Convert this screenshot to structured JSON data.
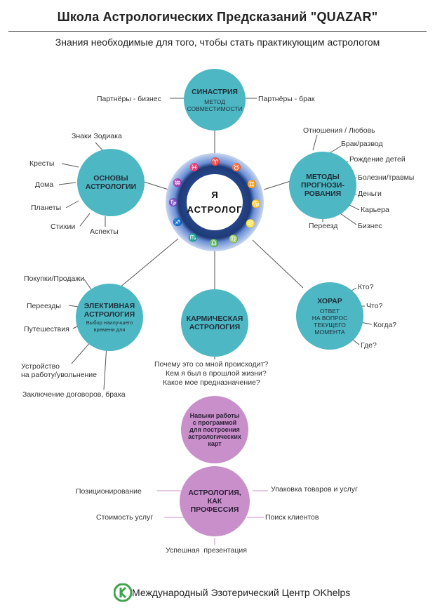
{
  "header": {
    "title": "Школа Астрологических Предсказаний \"QUAZAR\"",
    "subtitle": "Знания необходимые для того, чтобы стать практикующим астрологом"
  },
  "center": {
    "line1": "Я",
    "line2": "АСТРОЛОГ"
  },
  "nodes": {
    "synastry": {
      "title": "СИНАСТРИЯ",
      "sub": "МЕТОД\nСОВМЕСТИМОСТИ"
    },
    "basics": {
      "title": "ОСНОВЫ\nАСТРОЛОГИИ"
    },
    "forecast": {
      "title": "МЕТОДЫ\nПРОГНОЗИ-\nРОВАНИЯ"
    },
    "elective": {
      "title": "ЭЛЕКТИВНАЯ\nАСТРОЛОГИЯ",
      "sub": "Выбор наилучшего\nвремени для"
    },
    "karmic": {
      "title": "КАРМИЧЕСКАЯ\nАСТРОЛОГИЯ"
    },
    "horary": {
      "title": "ХОРАР",
      "sub": "ОТВЕТ\nНА ВОПРОС\nТЕКУЩЕГО\nМОМЕНТА"
    },
    "software": {
      "title": "Навыки работы\nс программой\nдля построения\nастрологических\nкарт"
    },
    "profession": {
      "title": "АСТРОЛОГИЯ,\nКАК\nПРОФЕССИЯ"
    }
  },
  "labels": {
    "synastry": [
      "Партнёры - бизнес",
      "Партнёры - брак"
    ],
    "basics": [
      "Знаки Зодиака",
      "Кресты",
      "Дома",
      "Планеты",
      "Стихии",
      "Аспекты"
    ],
    "forecast": [
      "Отношения / Любовь",
      "Брак/развод",
      "Рождение детей",
      "Болезни/травмы",
      "Деньги",
      "Карьера",
      "Бизнес",
      "Переезд"
    ],
    "elective": [
      "Покупки/Продажи",
      "Переезды",
      "Путешествия",
      "Устройство\nна работу/увольнение",
      "Заключение договоров, брака"
    ],
    "karmic": [
      "Почему это со мной происходит?",
      "Кем я был в прошлой жизни?",
      "Какое мое предназначение?"
    ],
    "horary": [
      "Кто?",
      "Что?",
      "Когда?",
      "Где?"
    ],
    "profession": [
      "Позиционирование",
      "Упаковка товаров и услуг",
      "Стоимость услуг",
      "Поиск клиентов",
      "Успешная  презентация"
    ]
  },
  "zodiac_icons": [
    "aries-icon",
    "taurus-icon",
    "gemini-icon",
    "cancer-icon",
    "leo-icon",
    "virgo-icon",
    "libra-icon",
    "scorpio-icon",
    "sagittarius-icon",
    "capricorn-icon",
    "aquarius-icon",
    "pisces-icon"
  ],
  "footer": {
    "text": "Международный Эзотерический Центр OKhelps",
    "logo": "OK"
  },
  "colors": {
    "teal": "#4db7c3",
    "violet": "#c98fcb",
    "line": "#555555",
    "pink_line": "#c98fcb"
  }
}
